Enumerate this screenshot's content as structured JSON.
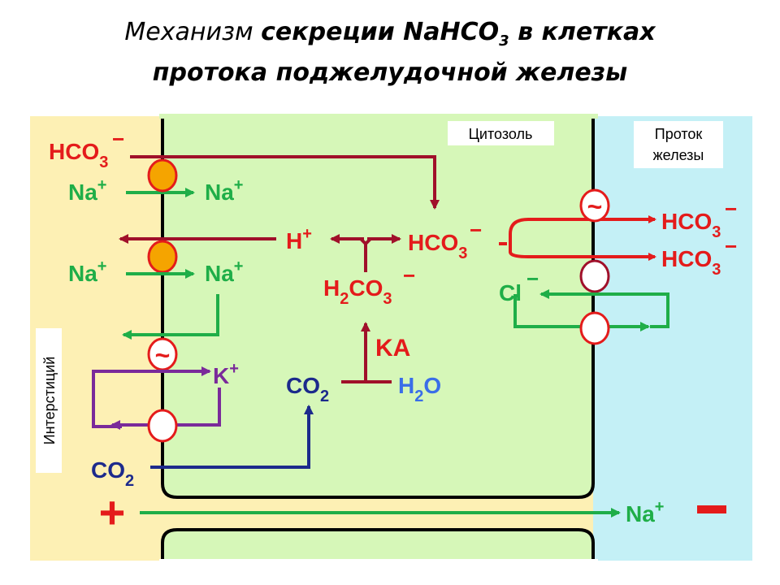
{
  "title": {
    "prefix": "Механизм ",
    "bold1": "секреции NaHCO",
    "sub": "3",
    "bold2": " в клетках",
    "line2": "протока поджелудочной железы"
  },
  "regions": {
    "cytosol": "Цитозоль",
    "duct_line1": "Проток",
    "duct_line2": "железы",
    "interstitium": "Интерстиций"
  },
  "ions": {
    "hco3_left": "HCO",
    "hco3_sub": "3",
    "minus": "−",
    "na": "Na",
    "plus": "+",
    "h": "H",
    "h2co3_h": "H",
    "h2co3_sub2": "2",
    "h2co3_co": "CO",
    "h2co3_sub3": "3",
    "ka": "KA",
    "k": "K",
    "co2": "CO",
    "co2_sub": "2",
    "h2o_h": "H",
    "h2o_sub": "2",
    "h2o_o": "O",
    "cl": "Cl",
    "tilde": "~"
  },
  "charges": {
    "left": "+",
    "right": "−"
  },
  "colors": {
    "interstitium_bg": "#fdf0b4",
    "cytosol_bg": "#d6f7b8",
    "duct_bg": "#c4f0f6",
    "red": "#e41b1b",
    "dark_red": "#a0102a",
    "green": "#1fae48",
    "purple": "#7a2a9a",
    "navy": "#1c2a8c",
    "blue": "#3a6ee8",
    "orange": "#f5a400"
  }
}
